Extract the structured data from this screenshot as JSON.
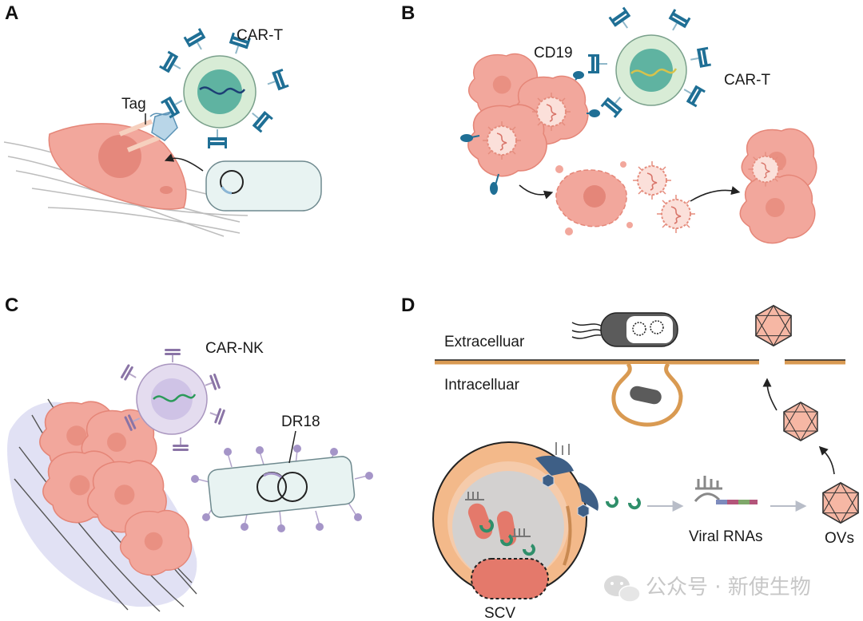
{
  "panels": {
    "a": {
      "letter": "A",
      "car_t": "CAR-T",
      "tag": "Tag"
    },
    "b": {
      "letter": "B",
      "cd19": "CD19",
      "car_t": "CAR-T"
    },
    "c": {
      "letter": "C",
      "car_nk": "CAR-NK",
      "dr18": "DR18"
    },
    "d": {
      "letter": "D",
      "extracellular": "Extracelluar",
      "intracellular": "Intracelluar",
      "viral_rnas": "Viral RNAs",
      "ovs": "OVs",
      "scv": "SCV"
    }
  },
  "watermark": "公众号 · 新使生物",
  "colors": {
    "tumor": "#f2a79c",
    "tumor_dark": "#e58678",
    "tcell_outer": "#d8ecd6",
    "tcell_inner": "#5fb3a1",
    "receptor_blue": "#1f6f95",
    "nk_outer": "#e4dcef",
    "nk_receptor": "#8a74a6",
    "bacterium": "#e8f3f2",
    "membrane": "#d99a52",
    "scv_fill": "#f3b98a",
    "virus": "#f1a188"
  },
  "icons": [
    "wechat-icon",
    "dna-icon",
    "tumor-cell-icon",
    "virus-icon",
    "bacterium-icon",
    "icosahedron-icon"
  ]
}
